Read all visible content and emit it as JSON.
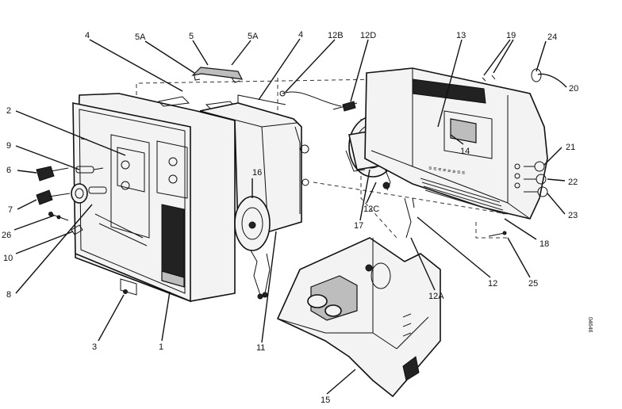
{
  "callouts": {
    "c4a": "4",
    "c5a_left": "5A",
    "c5": "5",
    "c5a_right": "5A",
    "c4b": "4",
    "c12b": "12B",
    "c12d": "12D",
    "c13": "13",
    "c19": "19",
    "c24": "24",
    "c20": "20",
    "c2": "2",
    "c9": "9",
    "c6": "6",
    "c7": "7",
    "c26": "26",
    "c10": "10",
    "c8": "8",
    "c3": "3",
    "c1": "1",
    "c16": "16",
    "c11": "11",
    "c17": "17",
    "c12c": "12C",
    "c14": "14",
    "c21": "21",
    "c22": "22",
    "c23": "23",
    "c18": "18",
    "c12": "12",
    "c25": "25",
    "c12a": "12A",
    "c15": "15"
  },
  "doc_number": "04646"
}
